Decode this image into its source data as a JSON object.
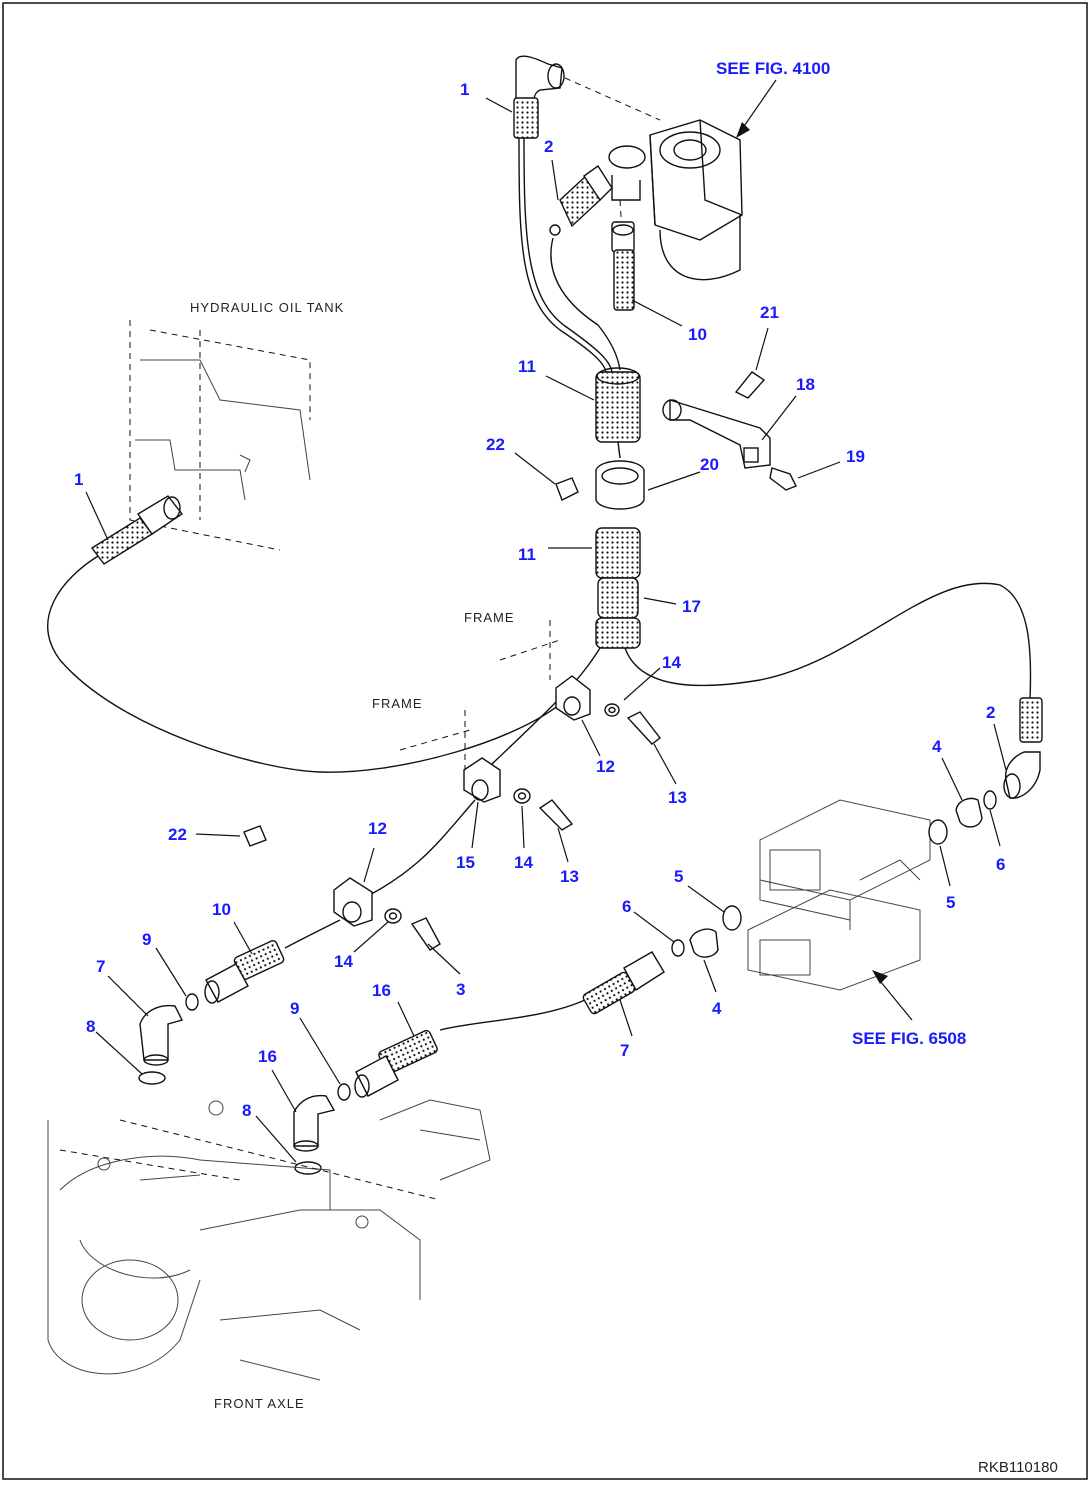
{
  "figure": {
    "drawing_code": "RKB110180",
    "references": [
      {
        "id": "ref-4100",
        "text": "SEE FIG. 4100"
      },
      {
        "id": "ref-6508",
        "text": "SEE FIG. 6508"
      }
    ],
    "location_labels": {
      "hydraulic_tank": "HYDRAULIC OIL TANK",
      "frame_1": "FRAME",
      "frame_2": "FRAME",
      "front_axle": "FRONT AXLE"
    },
    "callouts": [
      "1",
      "2",
      "10",
      "21",
      "18",
      "11",
      "22",
      "20",
      "19",
      "1",
      "11",
      "17",
      "14",
      "2",
      "12",
      "4",
      "13",
      "22",
      "12",
      "15",
      "14",
      "13",
      "6",
      "5",
      "10",
      "9",
      "7",
      "14",
      "3",
      "8",
      "16",
      "6",
      "5",
      "4",
      "9",
      "7",
      "16",
      "8"
    ]
  }
}
